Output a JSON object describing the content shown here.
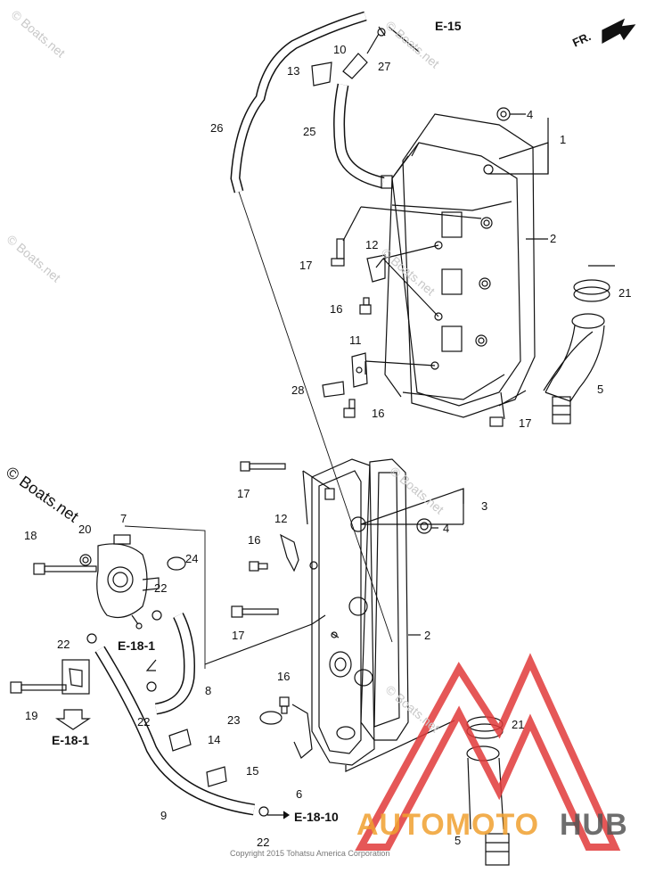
{
  "watermark": "© Boats.net",
  "copyright": "Copyright 2015 Tohatsu America Corporation",
  "brand": {
    "text_orange": "AUTOMOTO",
    "text_gray": "HUB",
    "orange": "#f0a030",
    "red": "#e03a3a",
    "gray": "#555555"
  },
  "direction": "FR.",
  "refs": {
    "e15": "E-15",
    "e18_1a": "E-18-1",
    "e18_1b": "E-18-1",
    "e18_10": "E-18-10"
  },
  "parts": {
    "p1": "1",
    "p2a": "2",
    "p2b": "2",
    "p3": "3",
    "p4a": "4",
    "p4b": "4",
    "p5a": "5",
    "p5b": "5",
    "p6": "6",
    "p7": "7",
    "p8": "8",
    "p9": "9",
    "p10": "10",
    "p11": "11",
    "p12a": "12",
    "p12b": "12",
    "p13": "13",
    "p14": "14",
    "p15": "15",
    "p16a": "16",
    "p16b": "16",
    "p16c": "16",
    "p16d": "16",
    "p17a": "17",
    "p17b": "17",
    "p17c": "17",
    "p17d": "17",
    "p18": "18",
    "p19": "19",
    "p20": "20",
    "p21a": "21",
    "p21b": "21",
    "p22a": "22",
    "p22b": "22",
    "p22c": "22",
    "p22d": "22",
    "p23": "23",
    "p24": "24",
    "p25": "25",
    "p26": "26",
    "p27": "27",
    "p28": "28"
  }
}
